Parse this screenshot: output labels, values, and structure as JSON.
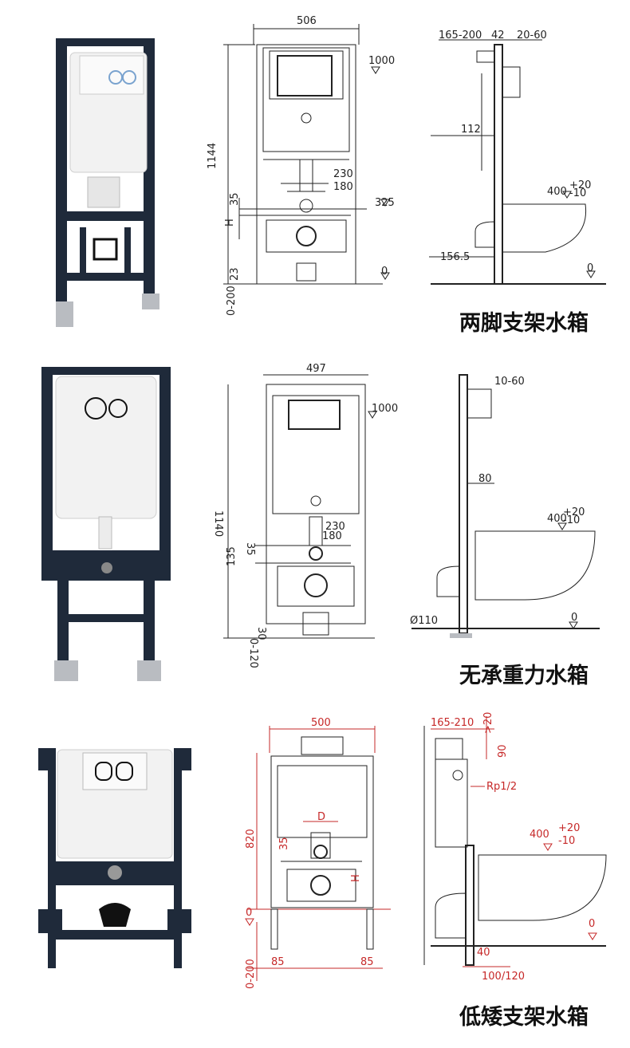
{
  "sections": [
    {
      "caption": "两脚支架水箱",
      "front": {
        "width": "506",
        "height": "1144",
        "flush": "1000",
        "d1": "230",
        "d2": "180",
        "d3": "35",
        "h": "H",
        "d4": "325",
        "d5": "23",
        "adj": "0-200",
        "zero": "0"
      },
      "side": {
        "t1": "165-200",
        "t2": "42",
        "t3": "20-60",
        "t4": "112",
        "t5": "400",
        "tol_up": "+20",
        "tol_dn": "-10",
        "t6": "156.5",
        "zero": "0"
      }
    },
    {
      "caption": "无承重力水箱",
      "front": {
        "width": "497",
        "height": "1140",
        "flush": "1000",
        "d1": "230",
        "d2": "180",
        "d3": "35",
        "d4": "135",
        "d5": "30",
        "adj": "0-120"
      },
      "side": {
        "t1": "10-60",
        "t2": "80",
        "t5": "400",
        "tol_up": "+20",
        "tol_dn": "-10",
        "t6": "Ø110",
        "zero": "0"
      }
    },
    {
      "caption": "低矮支架水箱",
      "front": {
        "width": "500",
        "height": "820",
        "dD": "D",
        "d3": "35",
        "h": "H",
        "zero": "0",
        "adj": "0-200",
        "foot1": "85",
        "foot2": "85"
      },
      "side": {
        "t1": "165-210",
        "t2": ">20",
        "t3": "90",
        "t4": "Rp1/2",
        "t5": "400",
        "tol_up": "+20",
        "tol_dn": "-10",
        "zero": "0",
        "t6": "40",
        "t7": "100/120"
      }
    }
  ],
  "colors": {
    "frame": "#1f2a3a",
    "dimension_red": "#c62828",
    "tank_white": "#f2f2f2"
  }
}
